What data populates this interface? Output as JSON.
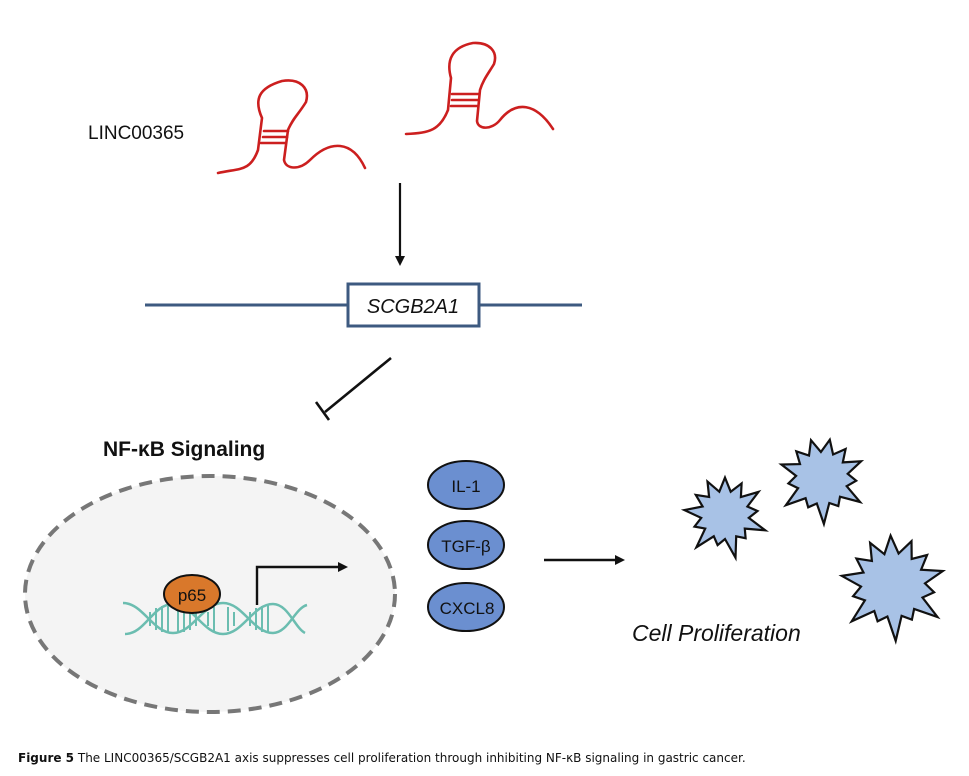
{
  "diagram": {
    "lncrna_label": "LINC00365",
    "gene_label": "SCGB2A1",
    "pathway_label": "NF-κB Signaling",
    "transcription_factor": "p65",
    "cytokines": [
      "IL-1",
      "TGF-β",
      "CXCL8"
    ],
    "outcome_label": "Cell Proliferation",
    "relations": [
      {
        "from": "LINC00365",
        "to": "SCGB2A1",
        "type": "activation-arrow"
      },
      {
        "from": "SCGB2A1",
        "to": "NF-κB Signaling",
        "type": "inhibition"
      },
      {
        "from": "p65",
        "to": "cytokines",
        "type": "transcription-arrow"
      },
      {
        "from": "cytokines",
        "to": "Cell Proliferation",
        "type": "activation-arrow"
      }
    ],
    "colors": {
      "rna": "#cc1f1f",
      "gene_line": "#3d5a80",
      "p65": "#d9782b",
      "cytokine": "#6b8fd0",
      "dna": "#6bbdb0",
      "cell": "#a8c2e6",
      "nucleus_border": "#777777"
    }
  },
  "caption": {
    "figure_label": "Figure 5",
    "text": "The LINC00365/SCGB2A1 axis suppresses cell proliferation through inhibiting NF-κB signaling in gastric cancer."
  }
}
